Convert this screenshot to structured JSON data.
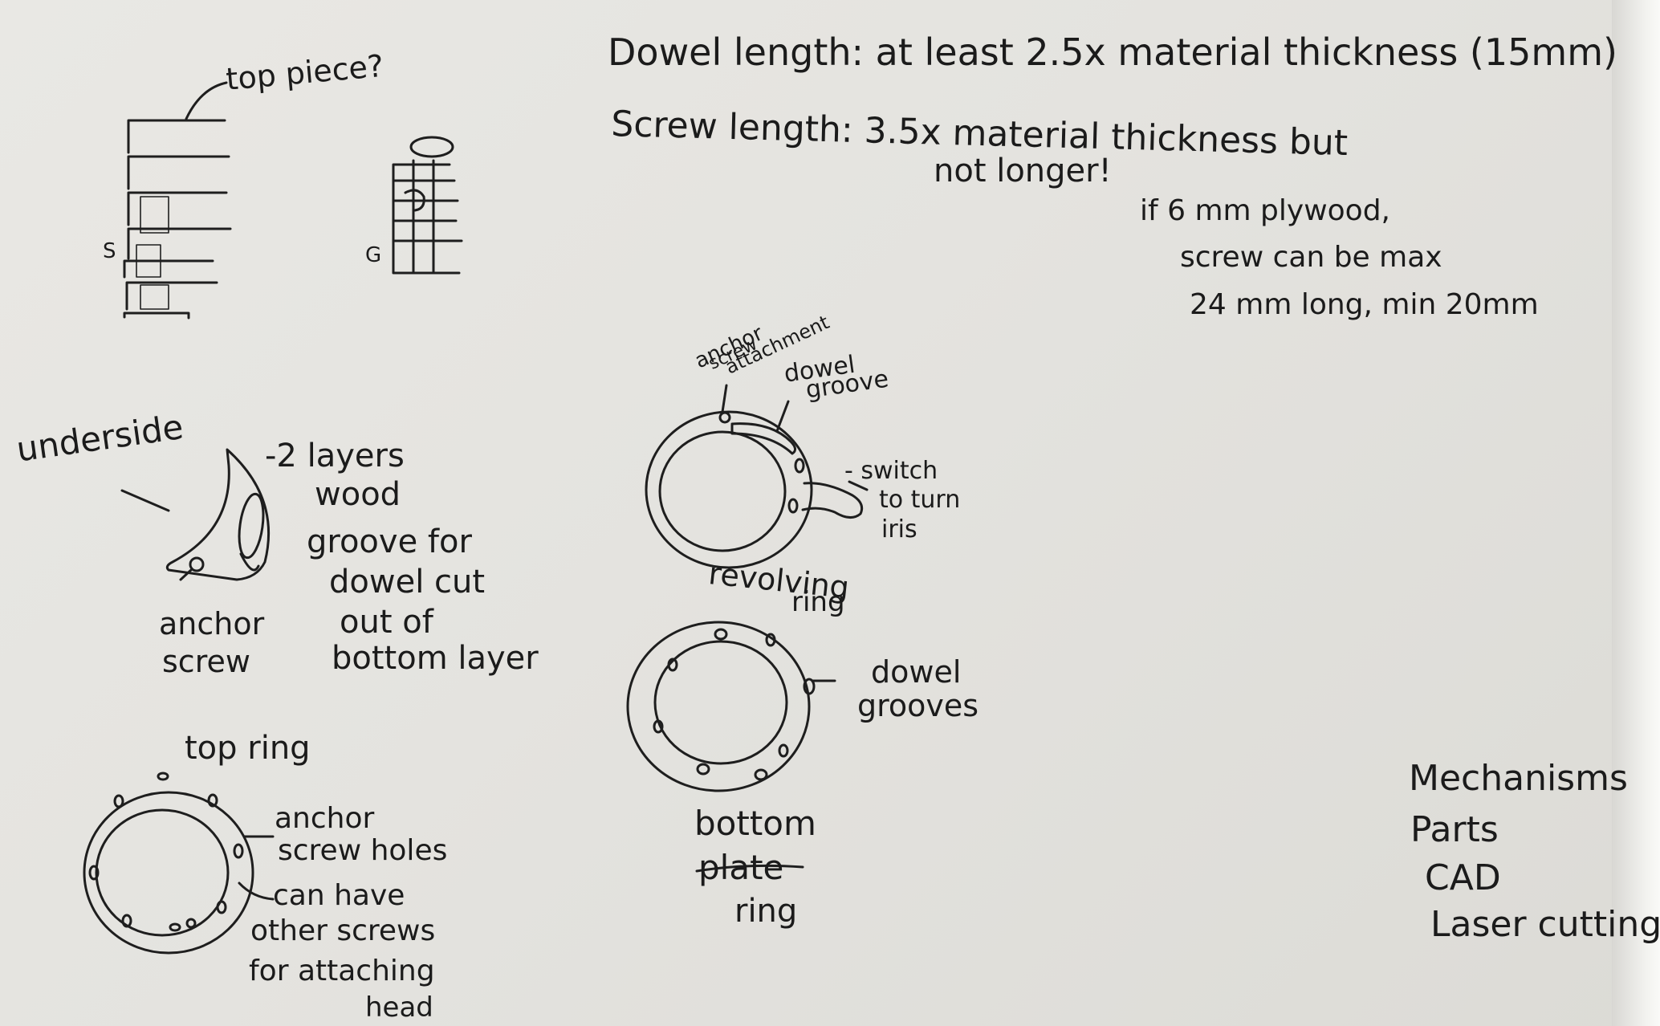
{
  "notes": {
    "dowel_length": "Dowel length: at least 2.5x material thickness (15mm)",
    "screw_length_1": "Screw length: 3.5x material thickness but",
    "screw_length_2": "not longer!",
    "plywood_1": "if 6 mm plywood,",
    "plywood_2": "screw can be max",
    "plywood_3": "24 mm long, min 20mm"
  },
  "stack_sketch": {
    "label": "top piece?",
    "side_mark_1": "S",
    "side_mark_2": "G"
  },
  "piece_sketch": {
    "underside": "underside",
    "layers_1": "-2 layers",
    "layers_2": "wood",
    "groove_1": "groove for",
    "groove_2": "dowel cut",
    "groove_3": "out of",
    "groove_4": "bottom layer",
    "anchor_1": "anchor",
    "anchor_2": "screw"
  },
  "top_ring": {
    "title": "top ring",
    "note_1": "anchor",
    "note_2": "screw holes",
    "note_3": "can have",
    "note_4": "other screws",
    "note_5": "for attaching",
    "note_6": "head"
  },
  "revolving_ring": {
    "anchor_1": "anchor",
    "anchor_2": "screw",
    "anchor_3": "attachment",
    "groove_1": "dowel",
    "groove_2": "groove",
    "switch_1": "- switch",
    "switch_2": "to turn",
    "switch_3": "iris",
    "caption_1": "revolving",
    "caption_2": "ring"
  },
  "bottom_ring": {
    "grooves_1": "dowel",
    "grooves_2": "grooves",
    "caption_1": "bottom",
    "caption_2": "plate",
    "caption_3": "ring"
  },
  "topics": [
    "Mechanisms",
    "Parts",
    "CAD",
    "Laser cutting"
  ]
}
